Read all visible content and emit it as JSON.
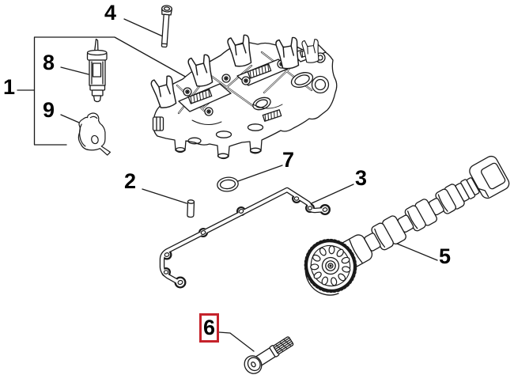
{
  "diagram": {
    "type": "exploded-parts-diagram",
    "background": "#ffffff",
    "line_color": "#1a1a1a",
    "highlight_color": "#c5232b",
    "callouts": [
      {
        "num": "1",
        "part": "camshaft-carrier-kit",
        "highlighted": false
      },
      {
        "num": "2",
        "part": "dowel-pin",
        "highlighted": false
      },
      {
        "num": "3",
        "part": "gasket",
        "highlighted": false
      },
      {
        "num": "4",
        "part": "retaining-bolt",
        "highlighted": false
      },
      {
        "num": "5",
        "part": "camshaft-with-sprocket",
        "highlighted": false
      },
      {
        "num": "6",
        "part": "shoulder-bolt",
        "highlighted": true
      },
      {
        "num": "7",
        "part": "o-ring-seal",
        "highlighted": false
      },
      {
        "num": "8",
        "part": "oil-control-solenoid",
        "highlighted": false
      },
      {
        "num": "9",
        "part": "retaining-bracket",
        "highlighted": false
      }
    ]
  }
}
